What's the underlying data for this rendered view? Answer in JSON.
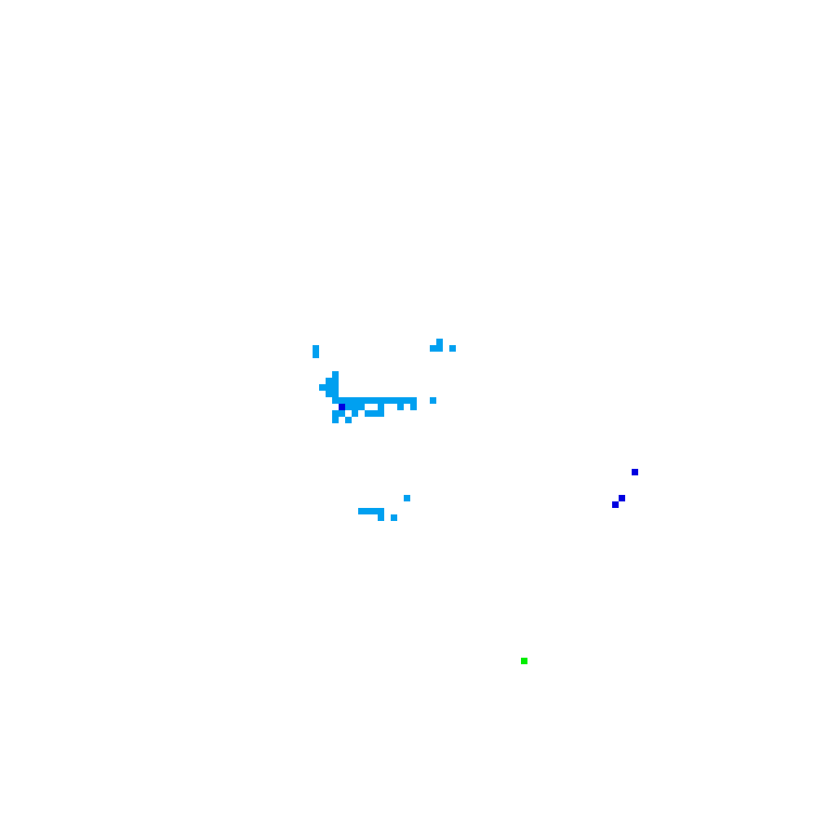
{
  "map": {
    "background_color": "#ffffff",
    "legend": [],
    "layers": [
      {
        "layer": "light",
        "color": "#00a0f0",
        "cells": [
          [
            48,
            53
          ],
          [
            48,
            54
          ],
          [
            67,
            52
          ],
          [
            66,
            53
          ],
          [
            67,
            53
          ],
          [
            69,
            53
          ],
          [
            51,
            57
          ],
          [
            50,
            58
          ],
          [
            51,
            58
          ],
          [
            49,
            59
          ],
          [
            50,
            59
          ],
          [
            51,
            59
          ],
          [
            50,
            60
          ],
          [
            51,
            60
          ],
          [
            51,
            61
          ],
          [
            52,
            61
          ],
          [
            53,
            61
          ],
          [
            54,
            61
          ],
          [
            55,
            61
          ],
          [
            56,
            61
          ],
          [
            57,
            61
          ],
          [
            58,
            61
          ],
          [
            59,
            61
          ],
          [
            60,
            61
          ],
          [
            61,
            61
          ],
          [
            62,
            61
          ],
          [
            63,
            61
          ],
          [
            66,
            61
          ],
          [
            52,
            62
          ],
          [
            53,
            62
          ],
          [
            54,
            62
          ],
          [
            55,
            62
          ],
          [
            58,
            62
          ],
          [
            61,
            62
          ],
          [
            63,
            62
          ],
          [
            51,
            63
          ],
          [
            52,
            63
          ],
          [
            54,
            63
          ],
          [
            56,
            63
          ],
          [
            57,
            63
          ],
          [
            58,
            63
          ],
          [
            51,
            64
          ],
          [
            53,
            64
          ],
          [
            62,
            76
          ],
          [
            55,
            78
          ],
          [
            56,
            78
          ],
          [
            57,
            78
          ],
          [
            58,
            78
          ],
          [
            58,
            79
          ],
          [
            60,
            79
          ]
        ]
      },
      {
        "layer": "dark",
        "color": "#0000e0",
        "cells": [
          [
            52,
            62
          ],
          [
            97,
            72
          ],
          [
            95,
            76
          ],
          [
            94,
            77
          ]
        ]
      },
      {
        "layer": "highlight",
        "color": "#00ee00",
        "cells": [
          [
            80,
            101
          ]
        ]
      }
    ]
  }
}
